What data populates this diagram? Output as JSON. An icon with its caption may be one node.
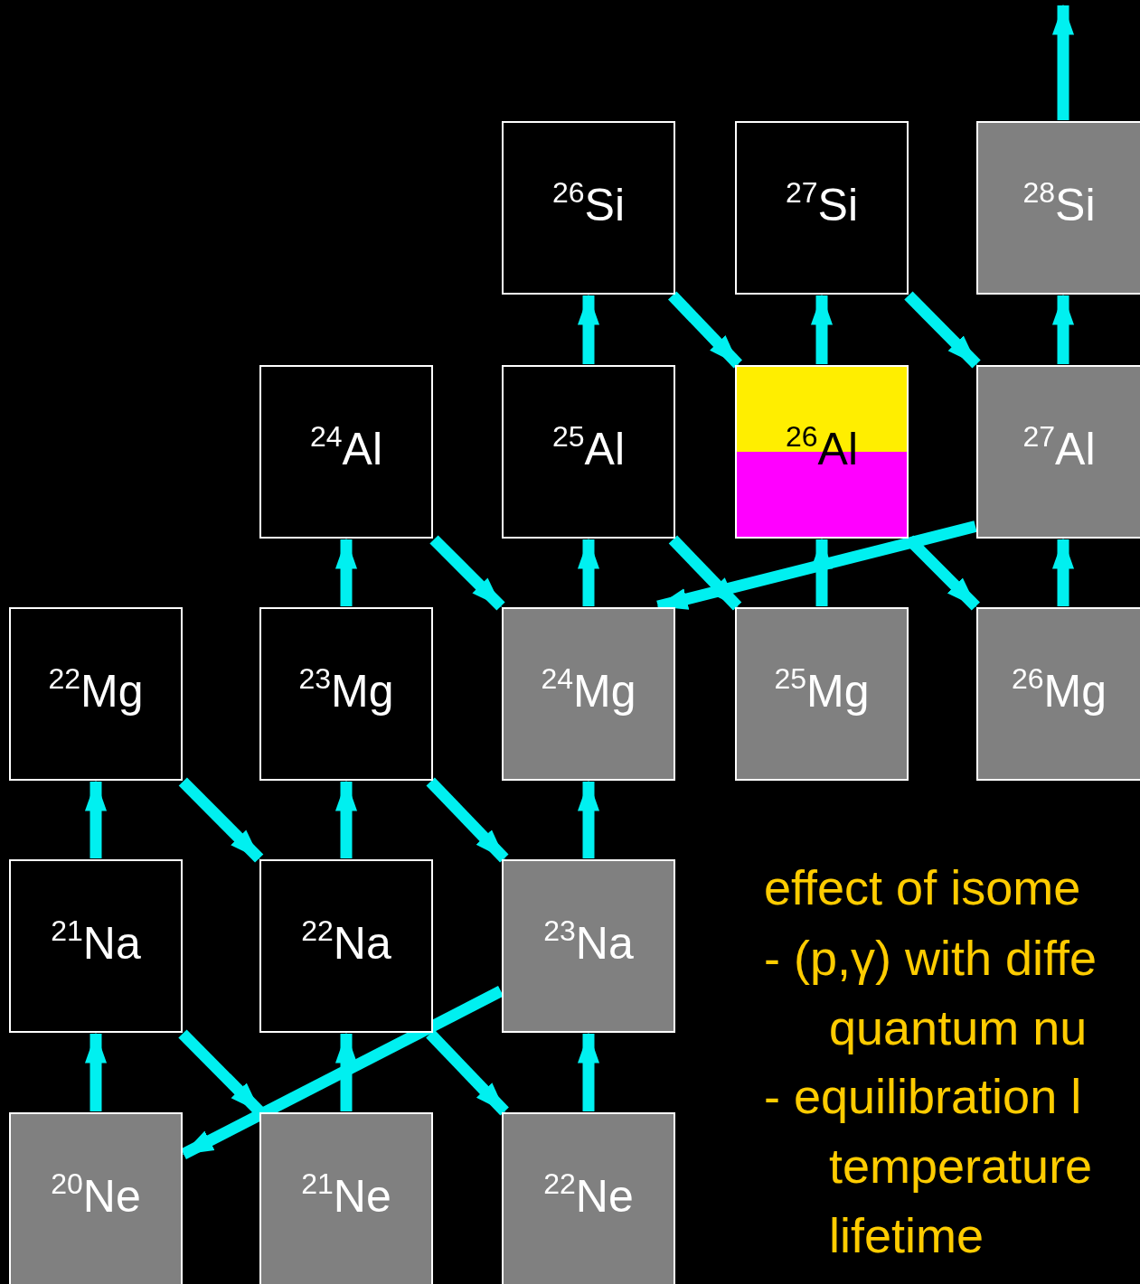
{
  "diagram": {
    "nodes": [
      {
        "text": [
          "$^{26}$Si"
        ]
      },
      {
        "text": [
          "$^{27}$Si"
        ]
      },
      {
        "text": [
          "$^{28}$Si"
        ]
      },
      {
        "text": [
          "$^{24}$Al"
        ]
      },
      {
        "text": [
          "$^{25}$Al"
        ]
      },
      {
        "text": [
          "$^{26}$Al"
        ]
      },
      {
        "text": [
          "$^{27}$Al"
        ]
      },
      {
        "text": [
          "$^{22}$Mg"
        ]
      },
      {
        "text": [
          "$^{23}$Mg"
        ]
      },
      {
        "text": [
          "$^{24}$Mg"
        ]
      },
      {
        "text": [
          "$^{25}$Mg"
        ]
      },
      {
        "text": [
          "$^{26}$Mg"
        ]
      },
      {
        "text": [
          "$^{21}$Na"
        ]
      },
      {
        "text": [
          "$^{22}$Na"
        ]
      },
      {
        "text": [
          "$^{23}$Na"
        ]
      },
      {
        "text": [
          "$^{20}$Ne"
        ]
      },
      {
        "text": [
          "$^{21}$Ne"
        ]
      },
      {
        "text": [
          "$^{22}$Ne"
        ]
      }
    ],
    "edges": [
      {
        "from": 15,
        "to": 12,
        "arrow": "to"
      },
      {
        "from": 12,
        "to": 7,
        "arrow": "to"
      },
      {
        "from": 7,
        "to": 13,
        "arrow": "to"
      },
      {
        "from": 12,
        "to": 16,
        "arrow": "to"
      },
      {
        "from": 16,
        "to": 13,
        "arrow": "to"
      },
      {
        "from": 13,
        "to": 8,
        "arrow": "to"
      },
      {
        "from": 8,
        "to": 14,
        "arrow": "to"
      },
      {
        "from": 13,
        "to": 17,
        "arrow": "to"
      },
      {
        "from": 17,
        "to": 14,
        "arrow": "to"
      },
      {
        "from": 14,
        "to": 15,
        "arrow": "to"
      },
      {
        "from": 14,
        "to": 9,
        "arrow": "to"
      },
      {
        "from": 8,
        "to": 3,
        "arrow": "to"
      },
      {
        "from": 3,
        "to": 9,
        "arrow": "to"
      },
      {
        "from": 9,
        "to": 4,
        "arrow": "to"
      },
      {
        "from": 4,
        "to": 0,
        "arrow": "to"
      },
      {
        "from": 4,
        "to": 10,
        "arrow": "to"
      },
      {
        "from": 0,
        "to": 5,
        "arrow": "to"
      },
      {
        "from": 10,
        "to": 5,
        "arrow": "to"
      },
      {
        "from": 5,
        "to": 1,
        "arrow": "to"
      },
      {
        "from": 5,
        "to": 11,
        "arrow": "to"
      },
      {
        "from": 1,
        "to": 6,
        "arrow": "to"
      },
      {
        "from": 11,
        "to": 6,
        "arrow": "to"
      },
      {
        "from": 6,
        "to": 2,
        "arrow": "to"
      },
      {
        "from": 6,
        "to": 9,
        "arrow": "to"
      },
      {
        "from": 2,
        "to": null,
        "arrow": "to"
      }
    ],
    "labels": [
      "effect of isome",
      "- (p,γ) with diffe",
      "quantum nu",
      "- equilibration l",
      "temperature",
      "lifetime"
    ]
  }
}
